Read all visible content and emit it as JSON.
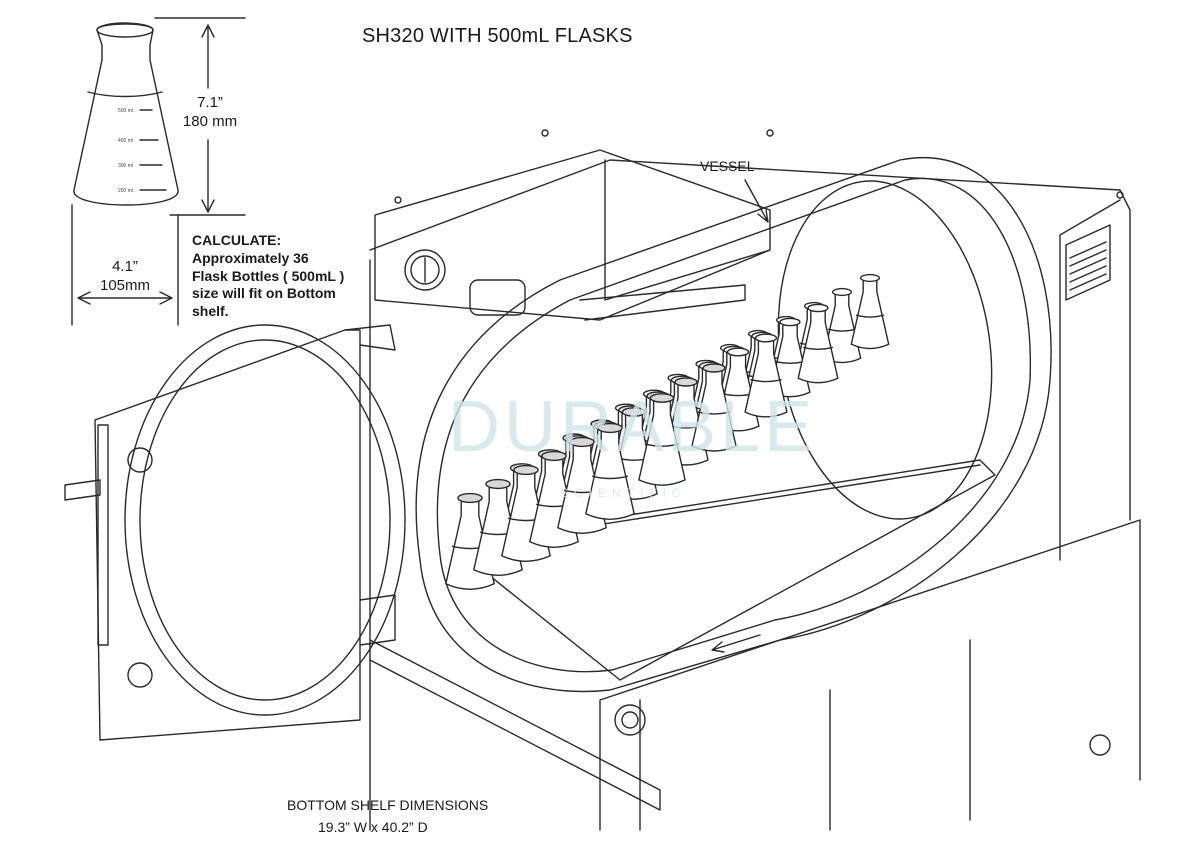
{
  "diagram": {
    "title": "SH320 WITH 500mL FLASKS",
    "flask_height_label": "7.1”\n180 mm",
    "flask_width_label": "4.1”\n105mm",
    "calculate_heading": "CALCULATE:",
    "calculate_body": "Approximately  36\nFlask Bottles ( 500mL )\nsize will fit on Bottom\nshelf.",
    "vessel_label": "VESSEL",
    "shelf_title": "BOTTOM SHELF DIMENSIONS",
    "shelf_dimensions": "19.3” W x 40.2” D",
    "flask_graduations": [
      "500 ml",
      "400 ml",
      "300 ml",
      "200 ml"
    ],
    "flask_count": 36
  },
  "watermark": {
    "text": "DURABLE",
    "sub": "SCIENTIFIC"
  },
  "colors": {
    "line": "#2a2a2a",
    "watermark": "#bfe0ea"
  }
}
